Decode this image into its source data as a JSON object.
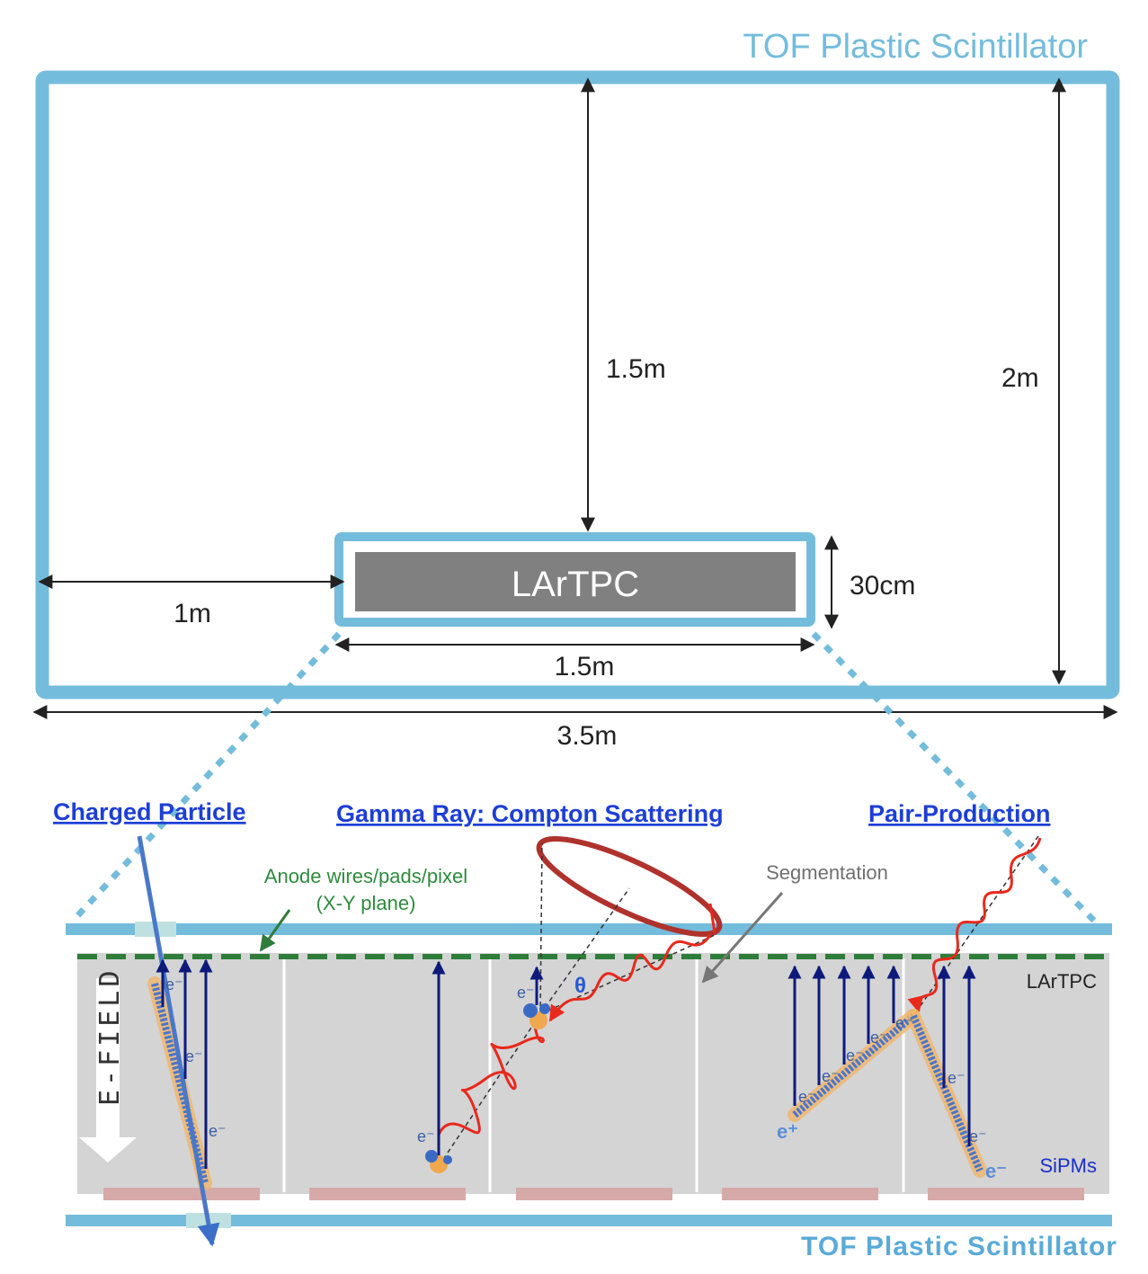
{
  "top": {
    "title": "TOF Plastic Scintillator",
    "tpc_label": "LArTPC",
    "dims": {
      "vertical_gap": "1.5m",
      "total_height": "2m",
      "tpc_height": "30cm",
      "left_gap": "1m",
      "tpc_width": "1.5m",
      "total_width": "3.5m"
    }
  },
  "bottom": {
    "headings": {
      "charged": "Charged Particle",
      "compton": "Gamma Ray: Compton Scattering",
      "pair": "Pair-Production"
    },
    "anode_line1": "Anode wires/pads/pixel",
    "anode_line2": "(X-Y plane)",
    "segmentation": "Segmentation",
    "lartpc": "LArTPC",
    "sipms": "SiPMs",
    "efield": "E-FIELD",
    "theta": "θ",
    "e_minus": "e⁻",
    "e_plus": "e⁺",
    "title": "TOF Plastic Scintillator"
  },
  "colors": {
    "scintillator": "#74bcdc",
    "tpc_fill": "#808080",
    "chamber": "#d4d4d4",
    "anode": "#2e7d3a",
    "electron_arrow": "#0d1a7a",
    "gamma": "#e8291c",
    "cone": "#b0322c",
    "link": "#1d3fd6",
    "sipm": "#d6a9a9"
  }
}
